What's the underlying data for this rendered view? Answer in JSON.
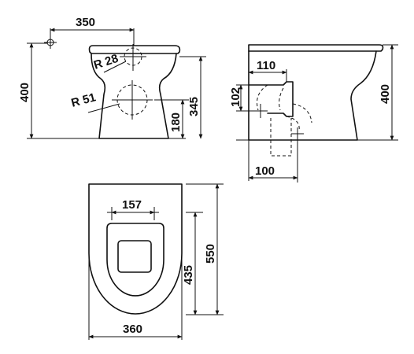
{
  "dimensions": {
    "front_width": "350",
    "front_height": "400",
    "radius_small": "R 28",
    "radius_large": "R 51",
    "height_345": "345",
    "height_180": "180",
    "side_110": "110",
    "side_102": "102",
    "side_height": "400",
    "side_100": "100",
    "top_157": "157",
    "top_435": "435",
    "top_550": "550",
    "top_360": "360"
  }
}
